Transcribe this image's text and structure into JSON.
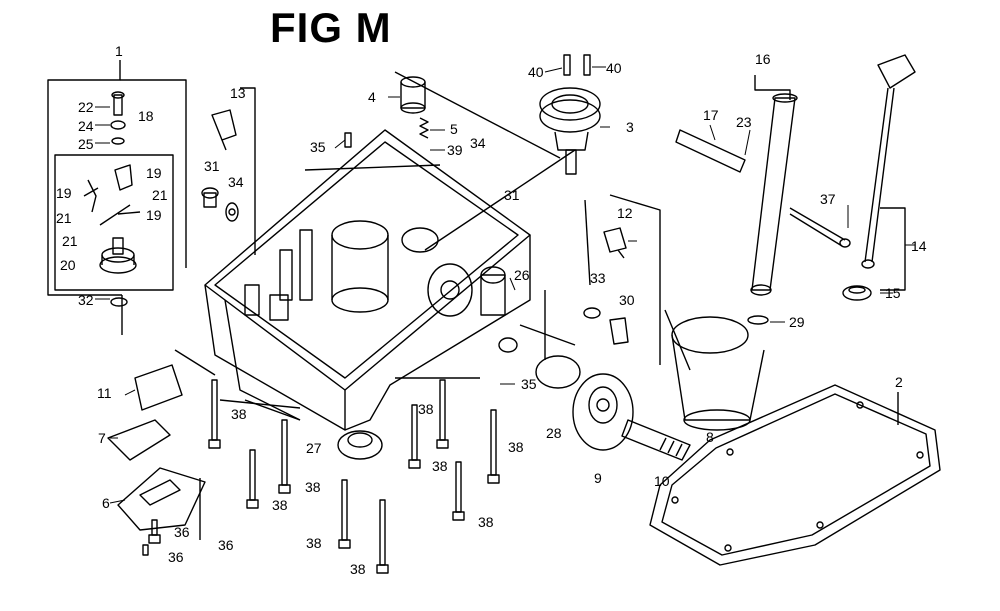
{
  "title": "FIG M",
  "callouts": [
    "1",
    "2",
    "3",
    "4",
    "5",
    "6",
    "7",
    "8",
    "9",
    "10",
    "11",
    "12",
    "13",
    "14",
    "15",
    "16",
    "17",
    "18",
    "19",
    "20",
    "21",
    "22",
    "23",
    "24",
    "25",
    "26",
    "27",
    "28",
    "29",
    "30",
    "31",
    "32",
    "33",
    "34",
    "35",
    "36",
    "37",
    "38",
    "39",
    "40"
  ]
}
